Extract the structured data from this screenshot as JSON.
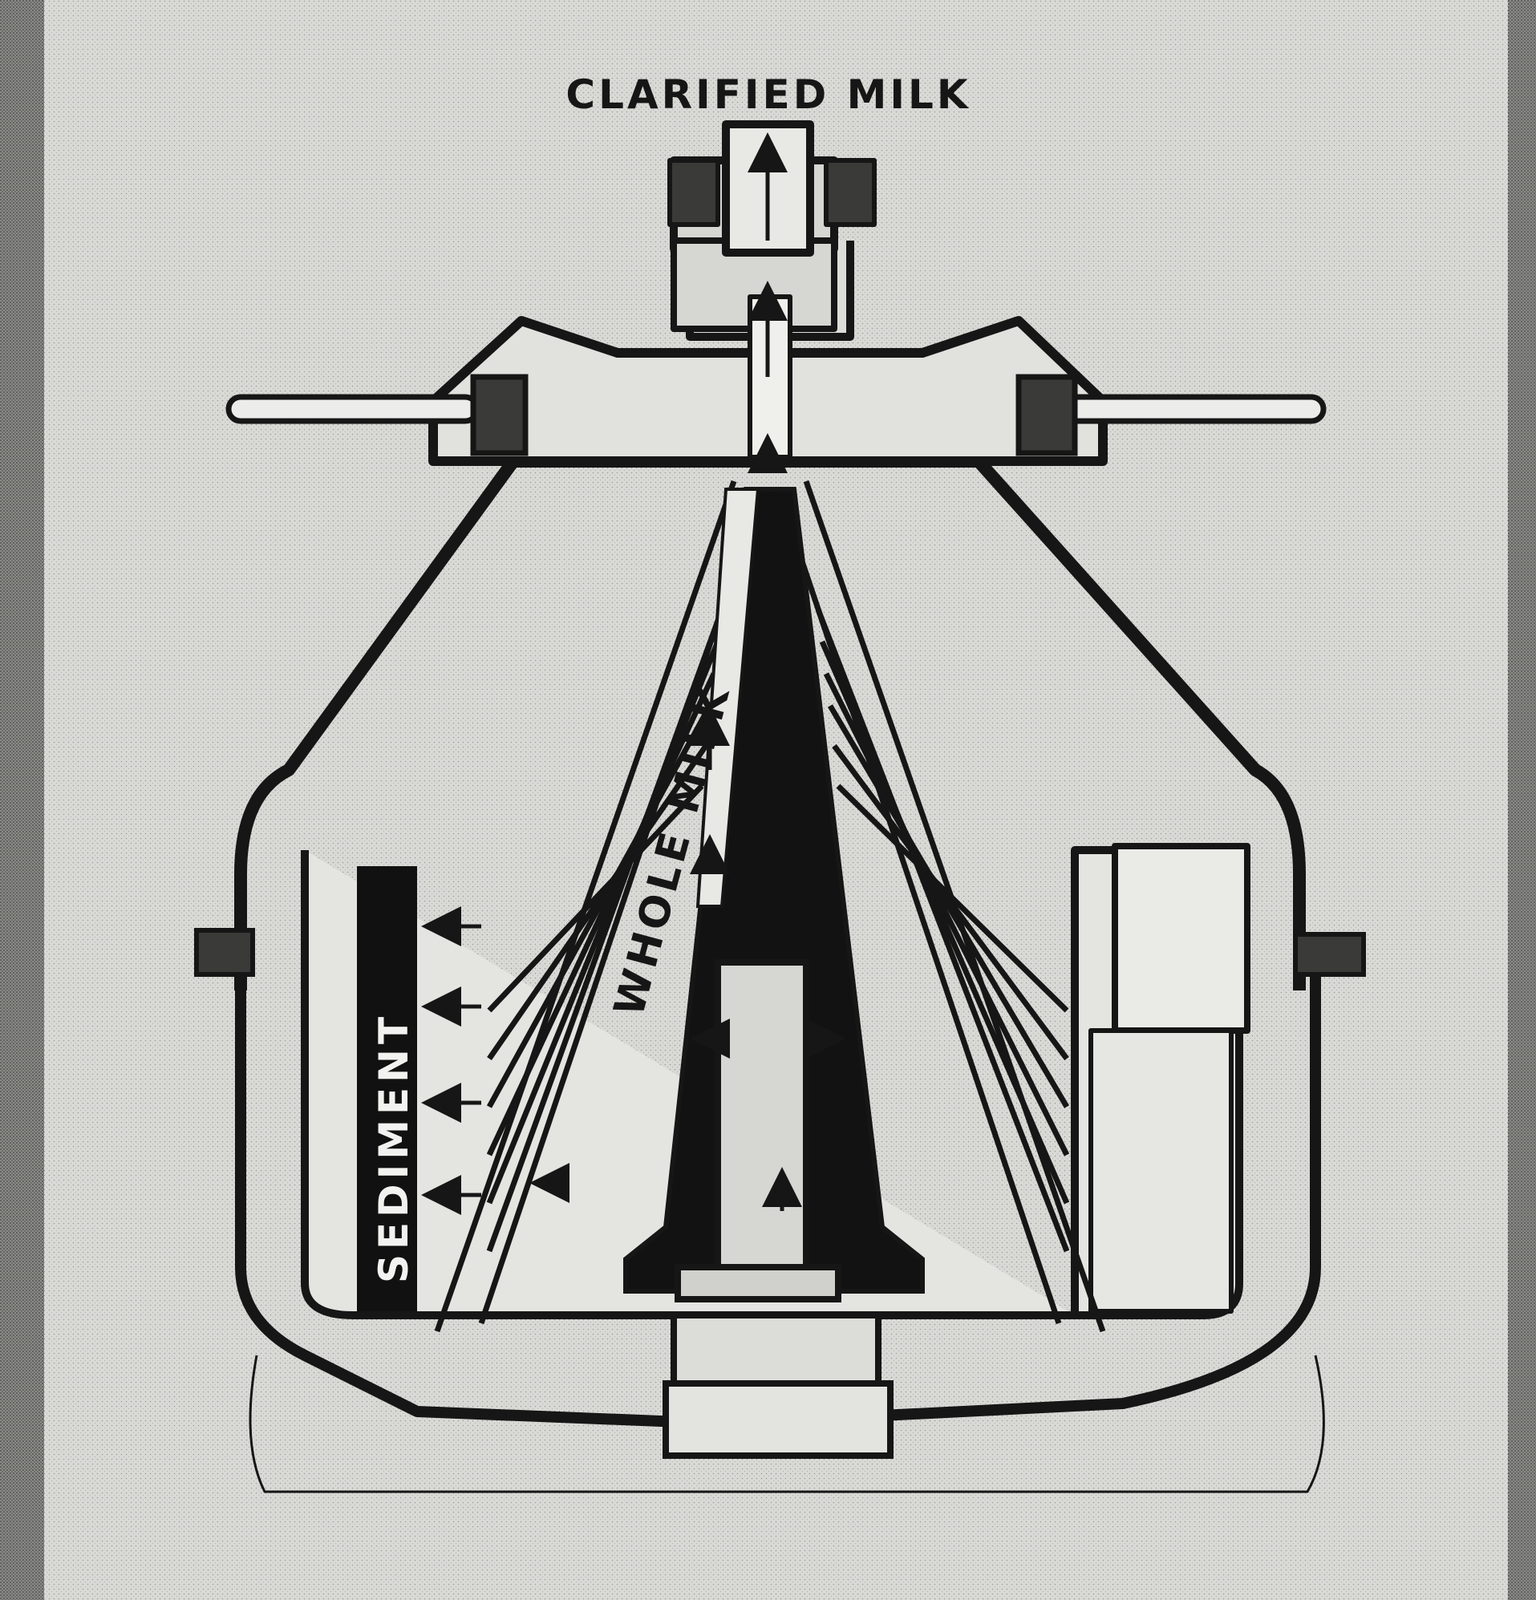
{
  "labels": {
    "top": "CLARIFIED MILK",
    "center": "WHOLE MILK",
    "left": "SEDIMENT"
  },
  "colors": {
    "paper": "#d9d9d6",
    "ink": "#161616",
    "light_fill": "#e4e4e1",
    "mid_fill": "#bdbdba"
  }
}
